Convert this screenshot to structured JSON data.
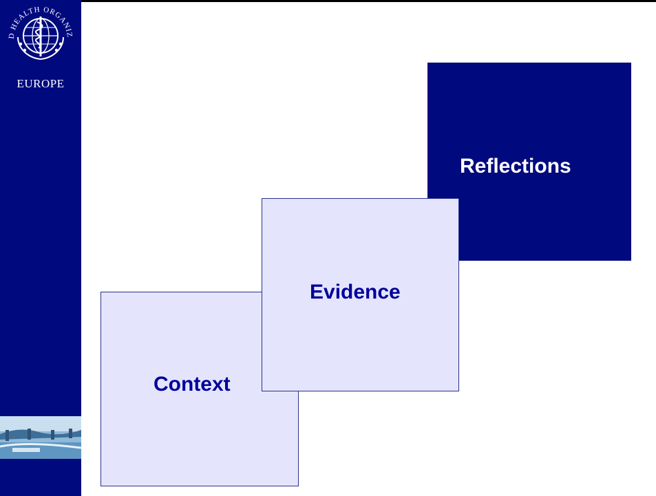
{
  "logo": {
    "arc_text": "WORLD HEALTH ORGANIZATION",
    "region": "EUROPE",
    "emblem_icon": "who-emblem-icon",
    "banner_icon": "bridge-photo-icon"
  },
  "boxes": {
    "context": "Context",
    "evidence": "Evidence",
    "reflections": "Reflections"
  },
  "colors": {
    "brand_navy": "#000a7e",
    "box_fill_light": "#e4e5fd",
    "label_blue": "#00009a",
    "white": "#ffffff"
  }
}
